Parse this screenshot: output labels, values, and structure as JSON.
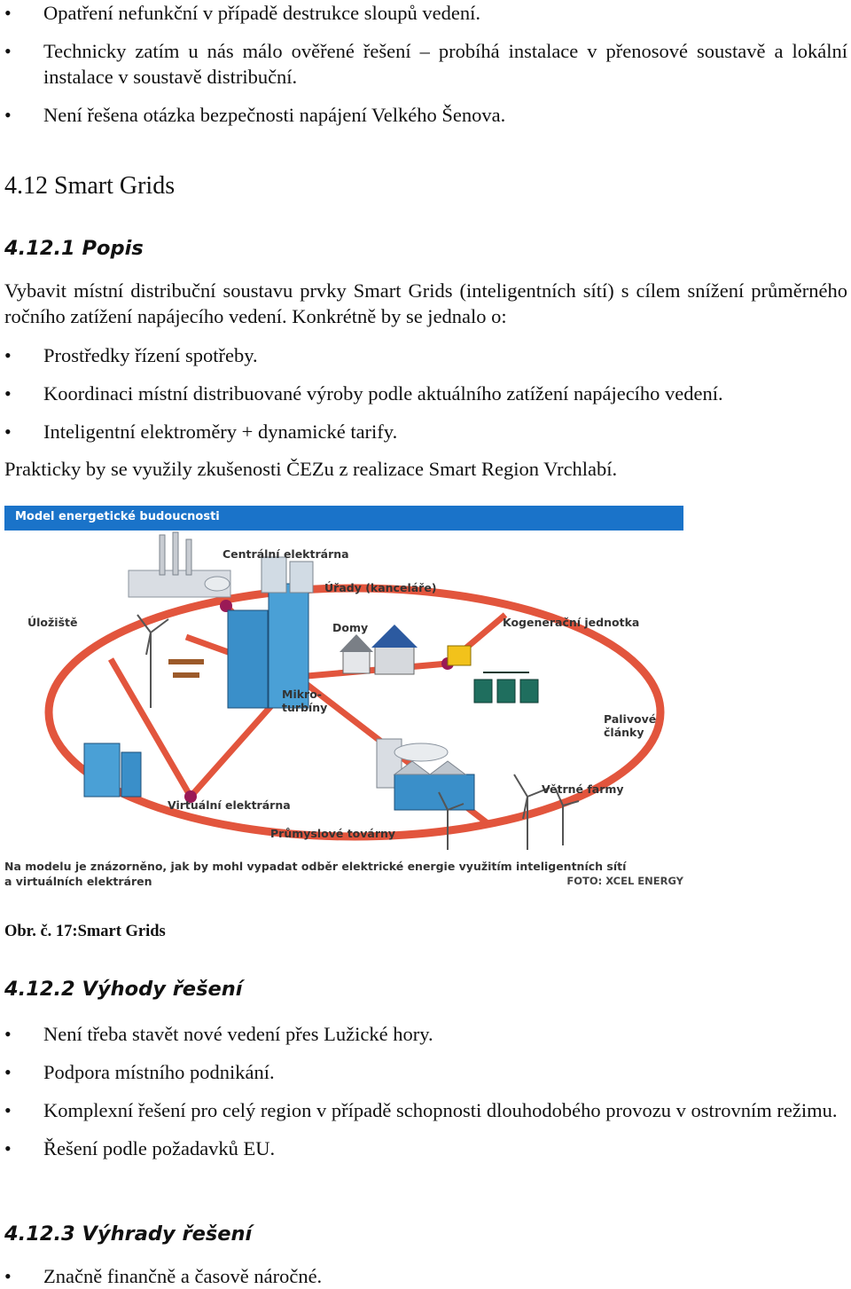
{
  "top_bullets": [
    "Opatření nefunkční v případě destrukce sloupů vedení.",
    "Technicky zatím u nás málo ověřené řešení – probíhá instalace v přenosové soustavě a lokální instalace v soustavě distribuční.",
    "Není řešena otázka bezpečnosti napájení Velkého Šenova."
  ],
  "section": {
    "heading": "4.12 Smart Grids",
    "popis": {
      "heading": "4.12.1 Popis",
      "paragraph": "Vybavit místní distribuční soustavu prvky Smart Grids (inteligentních sítí) s cílem snížení průměrného ročního zatížení napájecího vedení. Konkrétně by se jednalo o:",
      "bullets": [
        "Prostředky řízení spotřeby.",
        "Koordinaci místní distribuované výroby podle aktuálního zatížení napájecího vedení.",
        "Inteligentní elektroměry + dynamické tarify."
      ],
      "closing": "Prakticky by se využily zkušenosti ČEZu z realizace Smart Region Vrchlabí."
    },
    "figure": {
      "header": "Model energetické budoucnosti",
      "labels": {
        "central": "Centrální elektrárna",
        "offices": "Úřady (kanceláře)",
        "storage": "Úložiště",
        "homes": "Domy",
        "chp": "Kogenerační jednotka",
        "micro_1": "Mikro-",
        "micro_2": "turbíny",
        "fuel_1": "Palivové",
        "fuel_2": "články",
        "virtual": "Virtuální elektrárna",
        "wind": "Větrné farmy",
        "factories": "Průmyslové továrny"
      },
      "footer_1": "Na modelu je znázorněno, jak by mohl vypadat odběr elektrické energie využitím inteligentních sítí",
      "footer_2": "a virtuálních elektráren",
      "credit": "FOTO: XCEL ENERGY",
      "colors": {
        "header": "#1a73c9",
        "ring": "#e2553d",
        "node": "#9a1a56",
        "building": "#3a8fc9",
        "green": "#1f6e5e",
        "yellow": "#f2c21b"
      }
    },
    "caption": "Obr. č. 17:Smart Grids",
    "vyhody": {
      "heading": "4.12.2 Výhody řešení",
      "bullets": [
        "Není třeba stavět nové vedení přes Lužické hory.",
        "Podpora místního podnikání.",
        "Komplexní řešení pro celý region v případě schopnosti dlouhodobého provozu v ostrovním režimu.",
        "Řešení podle požadavků EU."
      ]
    },
    "vyhrady": {
      "heading": "4.12.3 Výhrady řešení",
      "bullets": [
        "Značně finančně a časově náročné."
      ]
    }
  }
}
